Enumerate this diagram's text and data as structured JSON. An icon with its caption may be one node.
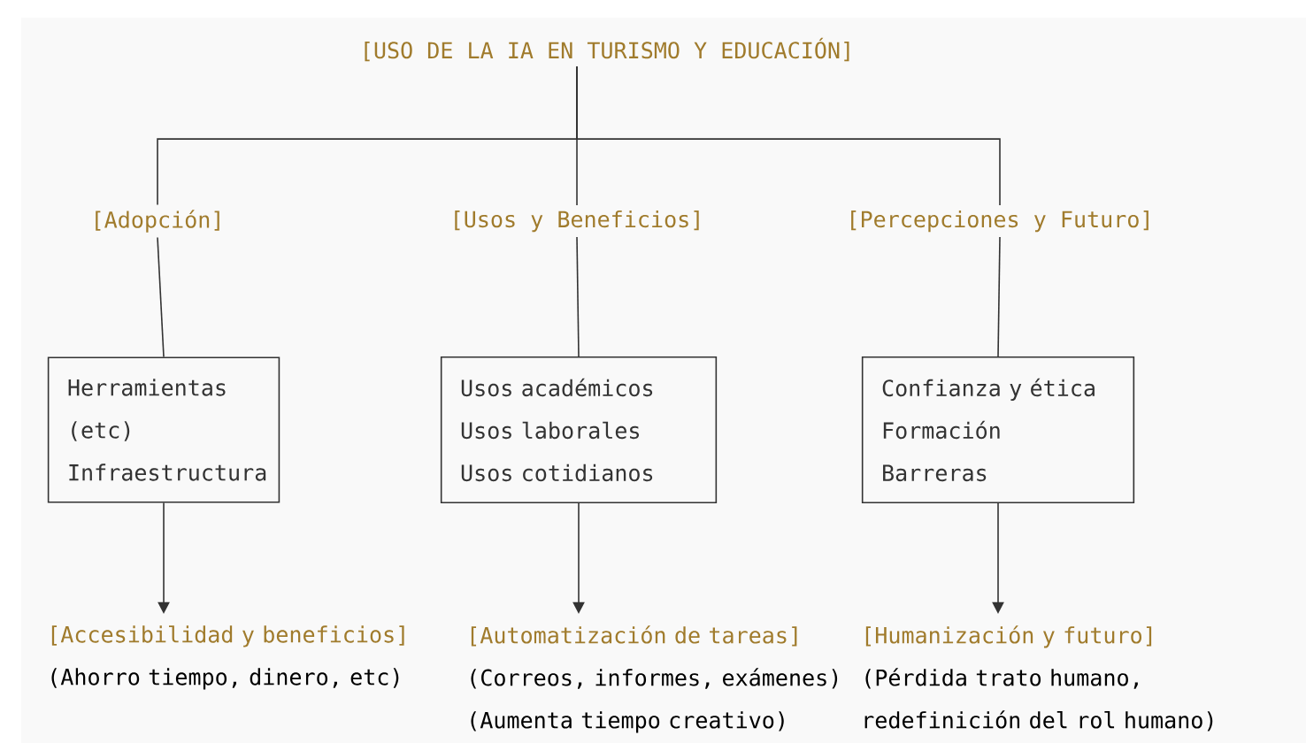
{
  "diagram": {
    "nodes": [
      {
        "text": [
          "[USO DE LA IA EN TURISMO Y EDUCACIÓN]"
        ]
      },
      {
        "text": [
          "[Adopción]"
        ]
      },
      {
        "text": [
          "[Usos y Beneficios]"
        ]
      },
      {
        "text": [
          "[Percepciones y Futuro]"
        ]
      },
      {
        "text": [
          "Herramientas",
          "(etc)",
          "Infraestructura"
        ]
      },
      {
        "text": [
          "Usos académicos",
          "Usos laborales",
          "Usos cotidianos"
        ]
      },
      {
        "text": [
          "Confianza y ética",
          "Formación",
          "Barreras"
        ]
      },
      {
        "text": [
          "[Accesibilidad y beneficios]",
          "(Ahorro tiempo, dinero, etc)"
        ]
      },
      {
        "text": [
          "[Automatización de tareas]",
          "(Correos, informes, exámenes)",
          "(Aumenta tiempo creativo)"
        ]
      },
      {
        "text": [
          "[Humanización y futuro]",
          "(Pérdida trato humano, redefinición del rol humano)"
        ]
      }
    ],
    "edges": [
      {
        "from": 0,
        "to": 1,
        "arrow": "none"
      },
      {
        "from": 0,
        "to": 2,
        "arrow": "none"
      },
      {
        "from": 0,
        "to": 3,
        "arrow": "none"
      },
      {
        "from": 1,
        "to": 4,
        "arrow": "none"
      },
      {
        "from": 2,
        "to": 5,
        "arrow": "none"
      },
      {
        "from": 3,
        "to": 6,
        "arrow": "none"
      },
      {
        "from": 4,
        "to": 7,
        "arrow": "to"
      },
      {
        "from": 5,
        "to": 8,
        "arrow": "to"
      },
      {
        "from": 6,
        "to": 9,
        "arrow": "to"
      }
    ]
  }
}
